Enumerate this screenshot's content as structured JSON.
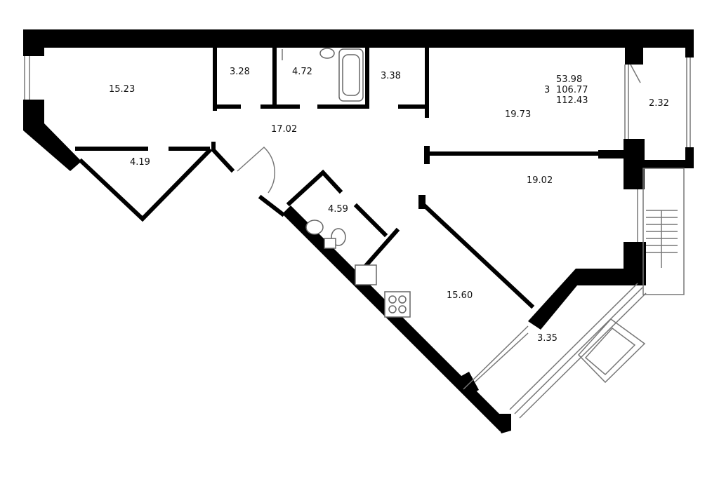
{
  "rooms": [
    {
      "id": "room-1",
      "area": "15.23"
    },
    {
      "id": "room-2",
      "area": "3.28"
    },
    {
      "id": "room-3",
      "area": "4.72"
    },
    {
      "id": "room-4",
      "area": "3.38"
    },
    {
      "id": "room-5",
      "area": "19.73"
    },
    {
      "id": "room-6",
      "area": "2.32"
    },
    {
      "id": "room-7",
      "area": "17.02"
    },
    {
      "id": "room-8",
      "area": "4.19"
    },
    {
      "id": "room-9",
      "area": "19.02"
    },
    {
      "id": "room-10",
      "area": "4.59"
    },
    {
      "id": "room-11",
      "area": "15.60"
    },
    {
      "id": "room-12",
      "area": "3.35"
    }
  ],
  "summary": {
    "rooms_count": "3",
    "living_area": "53.98",
    "total_area": "106.77",
    "total_area_with_balcony": "112.43"
  }
}
